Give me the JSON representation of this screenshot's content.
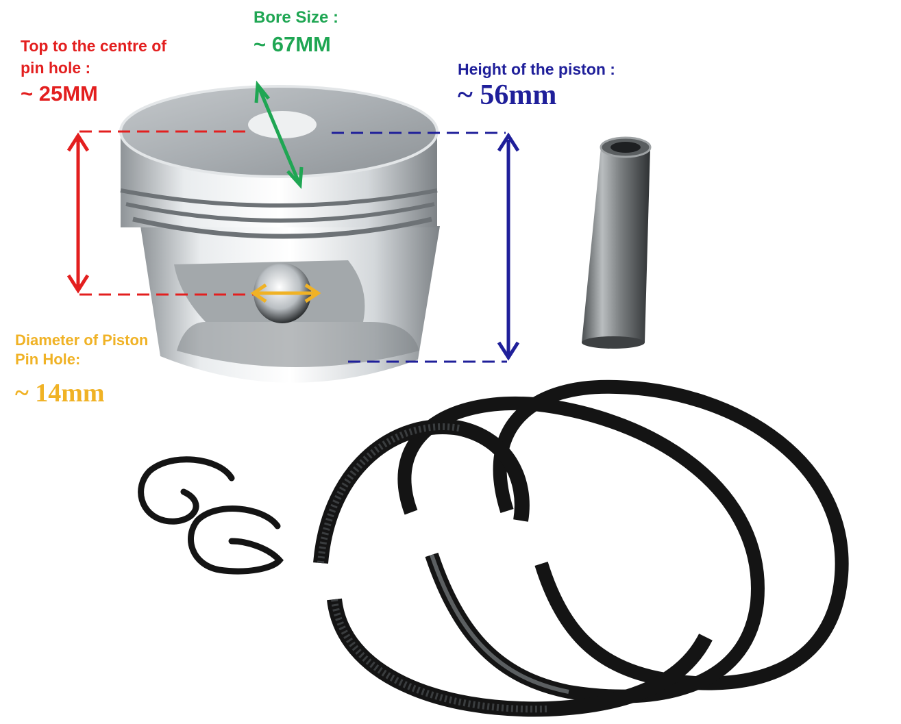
{
  "colors": {
    "red": "#e31f1f",
    "green": "#1fa653",
    "blue": "#1f1f9a",
    "gold": "#f0b225",
    "ring": "#141414",
    "metal": "#c9cdd0"
  },
  "labels": {
    "pin_top_line1": "Top to the centre of",
    "pin_top_line2": "pin hole :",
    "pin_top_value": "~ 25MM",
    "bore_title": "Bore Size :",
    "bore_value": "~ 67MM",
    "height_title": "Height of the piston :",
    "height_value": "~ 56mm",
    "diameter_line1": "Diameter of Piston",
    "diameter_line2": "Pin Hole:",
    "diameter_value": "~ 14mm"
  },
  "icons": {
    "piston": "piston-icon",
    "pin": "wrist-pin-icon",
    "rings": "piston-ring-icon",
    "clips": "circlip-icon"
  }
}
